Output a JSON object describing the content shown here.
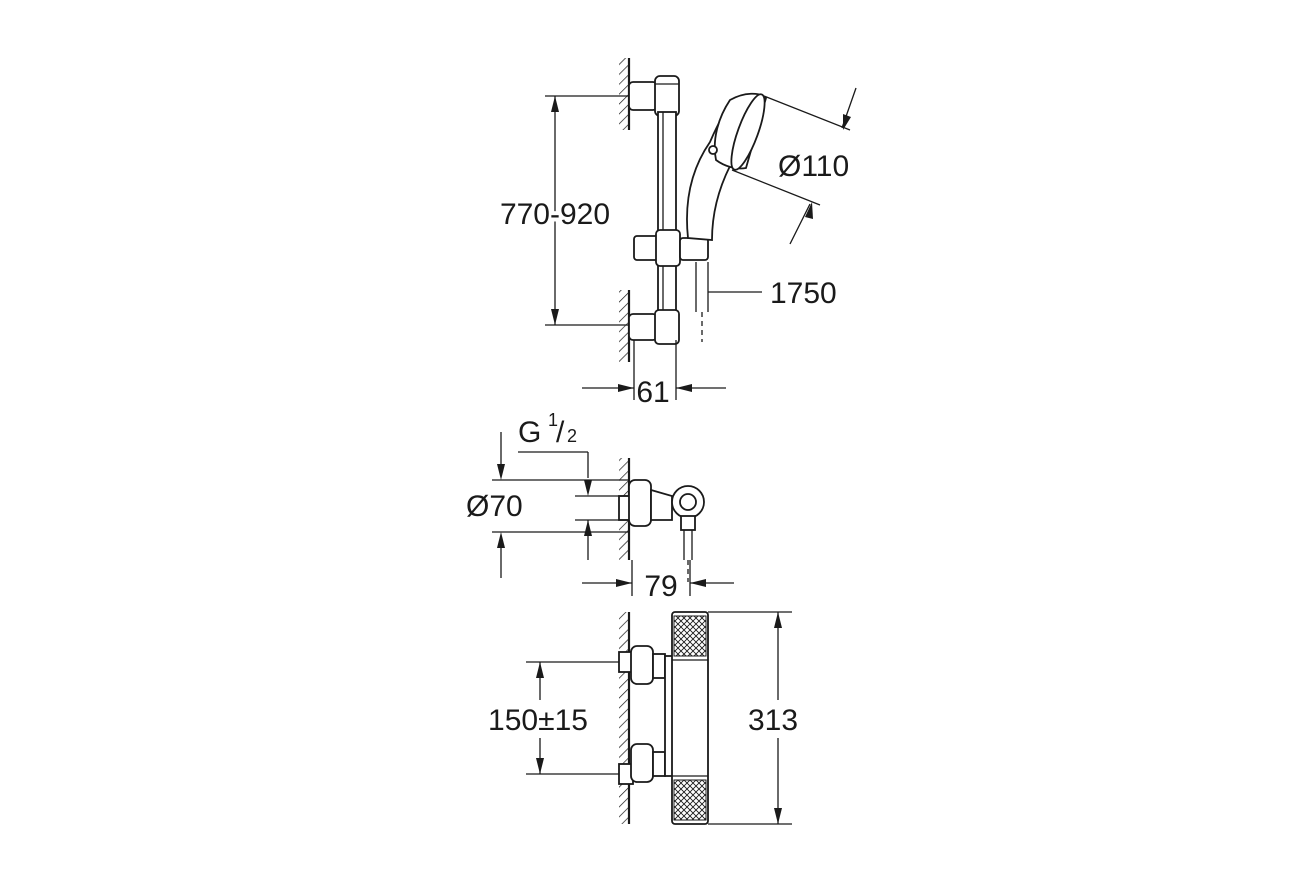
{
  "diagram": {
    "dimensions": {
      "rail_range": "770-920",
      "head_diameter": "Ø110",
      "hose_length": "1750",
      "rail_depth": "61",
      "thread": {
        "main": "G",
        "sup": "1",
        "slash": "/",
        "sub": "2"
      },
      "wall_outlet_diameter": "Ø70",
      "outlet_depth": "79",
      "inlet_spacing": "150±15",
      "body_height": "313"
    }
  }
}
